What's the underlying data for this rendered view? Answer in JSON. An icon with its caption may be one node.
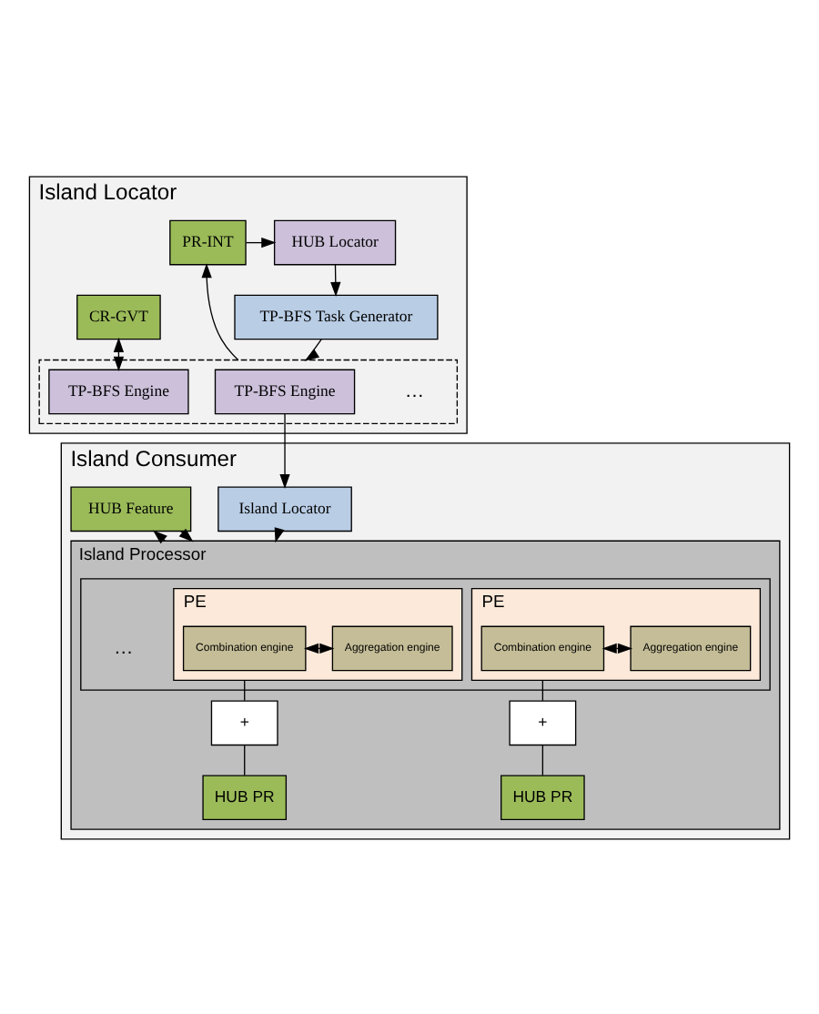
{
  "diagram": {
    "nodes": [
      {
        "text": [
          "Island Locator"
        ]
      },
      {
        "text": [
          "HUB Locator"
        ],
        "in": 0
      },
      {
        "text": [
          "PR-INT"
        ],
        "in": 0
      },
      {
        "text": [
          "TP-BFS Task Generator"
        ],
        "in": 0
      },
      {
        "text": [
          "CR-GVT"
        ],
        "in": 0
      },
      {
        "text": [],
        "shape": "box",
        "in": 0
      },
      {
        "text": [
          "TP-BFS Engine"
        ],
        "in": 5
      },
      {
        "text": [
          "TP-BFS Engine"
        ],
        "in": 5
      },
      {
        "text": [
          "Island Consumer"
        ]
      },
      {
        "text": [
          "Island Locator"
        ],
        "in": 8
      },
      {
        "text": [
          "HUB Feature"
        ],
        "in": 8
      },
      {
        "text": [
          "Island Processor"
        ],
        "in": 8
      },
      {
        "text": [],
        "shape": "box",
        "in": 11
      },
      {
        "text": [
          "PE"
        ],
        "in": 12
      },
      {
        "text": [
          "Combination engine"
        ],
        "in": 13
      },
      {
        "text": [
          "Aggregation engine"
        ],
        "in": 13
      },
      {
        "text": [
          "PE"
        ],
        "in": 12
      },
      {
        "text": [
          "Combination engine"
        ],
        "in": 16
      },
      {
        "text": [
          "Aggregation engine"
        ],
        "in": 16
      },
      {
        "text": [
          "+"
        ],
        "in": 11
      },
      {
        "text": [
          "+"
        ],
        "in": 11
      },
      {
        "text": [
          "HUB PR"
        ],
        "in": 11
      },
      {
        "text": [
          "HUB PR"
        ],
        "in": 11
      }
    ],
    "edges": [
      {
        "from": 2,
        "to": 1,
        "arrow": "to"
      },
      {
        "from": 1,
        "to": 3,
        "arrow": "to"
      },
      {
        "from": 3,
        "to": 5,
        "arrow": "to"
      },
      {
        "from": 5,
        "to": 2,
        "arrow": "to"
      },
      {
        "from": 4,
        "to": 7,
        "arrow": "both"
      },
      {
        "from": 6,
        "to": 9,
        "arrow": "to"
      },
      {
        "from": 9,
        "to": 11,
        "arrow": "to"
      },
      {
        "from": 10,
        "to": 11,
        "arrow": "to"
      },
      {
        "from": 11,
        "to": 10,
        "arrow": "to"
      },
      {
        "from": 14,
        "to": 15,
        "arrow": "both"
      },
      {
        "from": 17,
        "to": 18,
        "arrow": "both"
      },
      {
        "from": 13,
        "to": 19,
        "arrow": "none"
      },
      {
        "from": 19,
        "to": 21,
        "arrow": "none"
      },
      {
        "from": 16,
        "to": 20,
        "arrow": "none"
      },
      {
        "from": 20,
        "to": 22,
        "arrow": "none"
      }
    ],
    "labels": [
      "…",
      "…"
    ]
  }
}
